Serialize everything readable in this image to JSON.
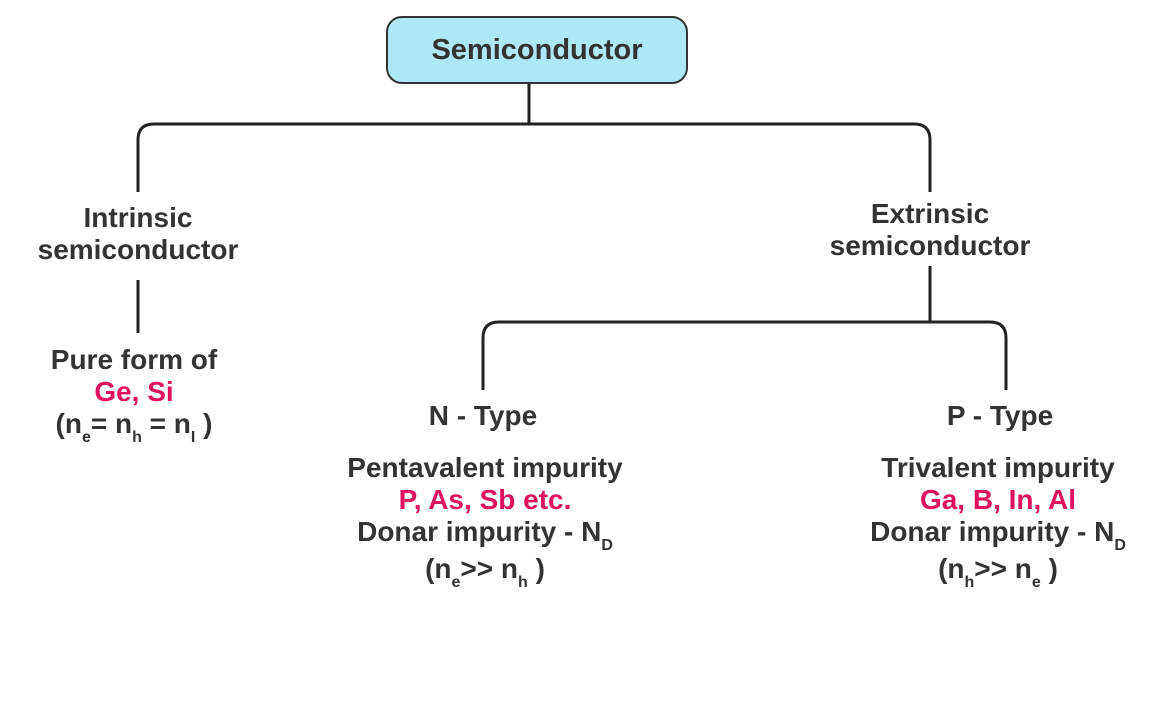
{
  "root": {
    "label": "Semiconductor"
  },
  "intrinsic": {
    "title_line1": "Intrinsic",
    "title_line2": "semiconductor",
    "desc_line1": "Pure form of",
    "desc_elements": "Ge, Si",
    "rel": {
      "open": "(n",
      "s1": "e",
      "m1": "= n",
      "s2": "h",
      "m2": " = n",
      "s3": "I",
      "close": " )"
    }
  },
  "extrinsic": {
    "title_line1": "Extrinsic",
    "title_line2": "semiconductor"
  },
  "n_type": {
    "title": "N - Type",
    "impurity": "Pentavalent impurity",
    "elements": "P, As, Sb etc.",
    "donor_label": "Donar impurity - N",
    "donor_sub": "D",
    "rel": {
      "open": "(n",
      "s1": "e",
      "m1": ">> n",
      "s2": "h",
      "close": " )"
    }
  },
  "p_type": {
    "title": "P - Type",
    "impurity": "Trivalent impurity",
    "elements": "Ga, B, In, Al",
    "donor_label": "Donar impurity - N",
    "donor_sub": "D",
    "rel": {
      "open": "(n",
      "s1": "h",
      "m1": ">> n",
      "s2": "e",
      "close": " )"
    }
  },
  "colors": {
    "box_fill": "#aee8f7",
    "text": "#333333",
    "highlight": "#e0115f"
  }
}
